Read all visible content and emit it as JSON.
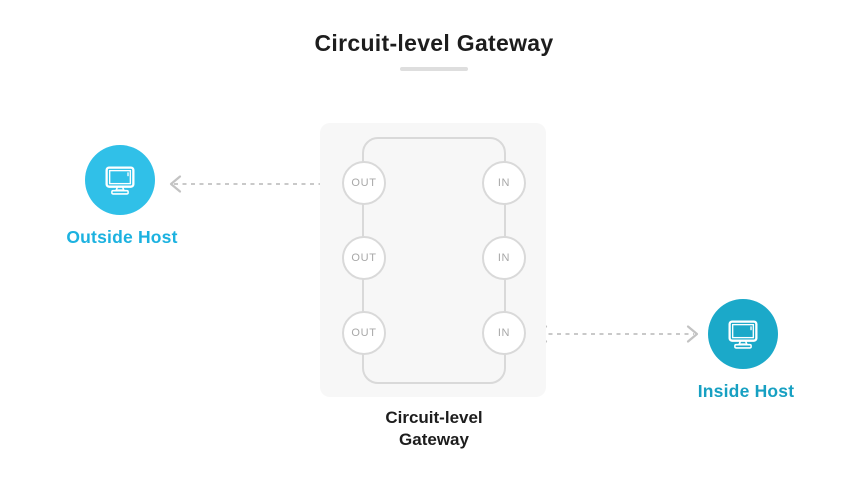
{
  "title": "Circuit-level Gateway",
  "hosts": {
    "outside": {
      "label": "Outside Host",
      "icon": "monitor-icon",
      "circle_color": "#30C0E8",
      "label_color": "#1CB2E0"
    },
    "inside": {
      "label": "Inside Host",
      "icon": "monitor-icon",
      "circle_color": "#1BA9C9",
      "label_color": "#17A0C2"
    }
  },
  "gateway": {
    "caption_lines": [
      "Circuit-level",
      "Gateway"
    ],
    "out_ports": [
      "OUT",
      "OUT",
      "OUT"
    ],
    "in_ports": [
      "IN",
      "IN",
      "IN"
    ]
  },
  "connections": [
    {
      "from": "outside-host",
      "to": "out-port-1",
      "style": "dashed-double-arrow"
    },
    {
      "from": "out-port-1",
      "to": "in-port-3",
      "style": "dashed-elbow"
    },
    {
      "from": "in-port-3",
      "to": "inside-host",
      "style": "dashed-double-arrow"
    }
  ],
  "colors": {
    "connector": "#C9C9C9",
    "internal_path": "#D5D5D5",
    "gateway_fill": "#F7F7F7",
    "outline": "#D9D9D9",
    "port_text": "#A8A8A8",
    "title_text": "#1D1D1D",
    "underline": "#DEDEDE"
  }
}
